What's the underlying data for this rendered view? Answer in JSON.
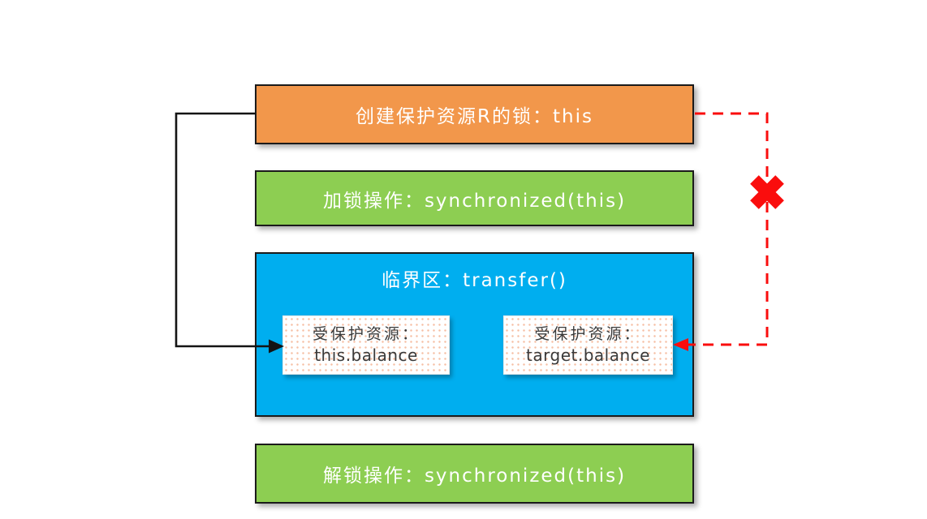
{
  "colors": {
    "orange": "#F2974B",
    "green": "#8DCE52",
    "blue": "#00AEEF",
    "red": "#FA0D0D",
    "line_black": "#141414",
    "canvas_bg": "#FFFFFF",
    "resource_text": "#3A3A3A"
  },
  "boxes": {
    "create_lock": {
      "label": "创建保护资源R的锁：this"
    },
    "lock_op": {
      "label": "加锁操作：synchronized(this)"
    },
    "critical_section": {
      "title": "临界区：transfer()"
    },
    "resource_this": {
      "line1": "受保护资源：",
      "line2": "this.balance"
    },
    "resource_target": {
      "line1": "受保护资源：",
      "line2": "target.balance"
    },
    "unlock_op": {
      "label": "解锁操作：synchronized(this)"
    }
  },
  "icons": {
    "blocked_x": "✖",
    "black_arrowhead": "arrowhead-right",
    "red_arrowhead": "arrowhead-left"
  }
}
